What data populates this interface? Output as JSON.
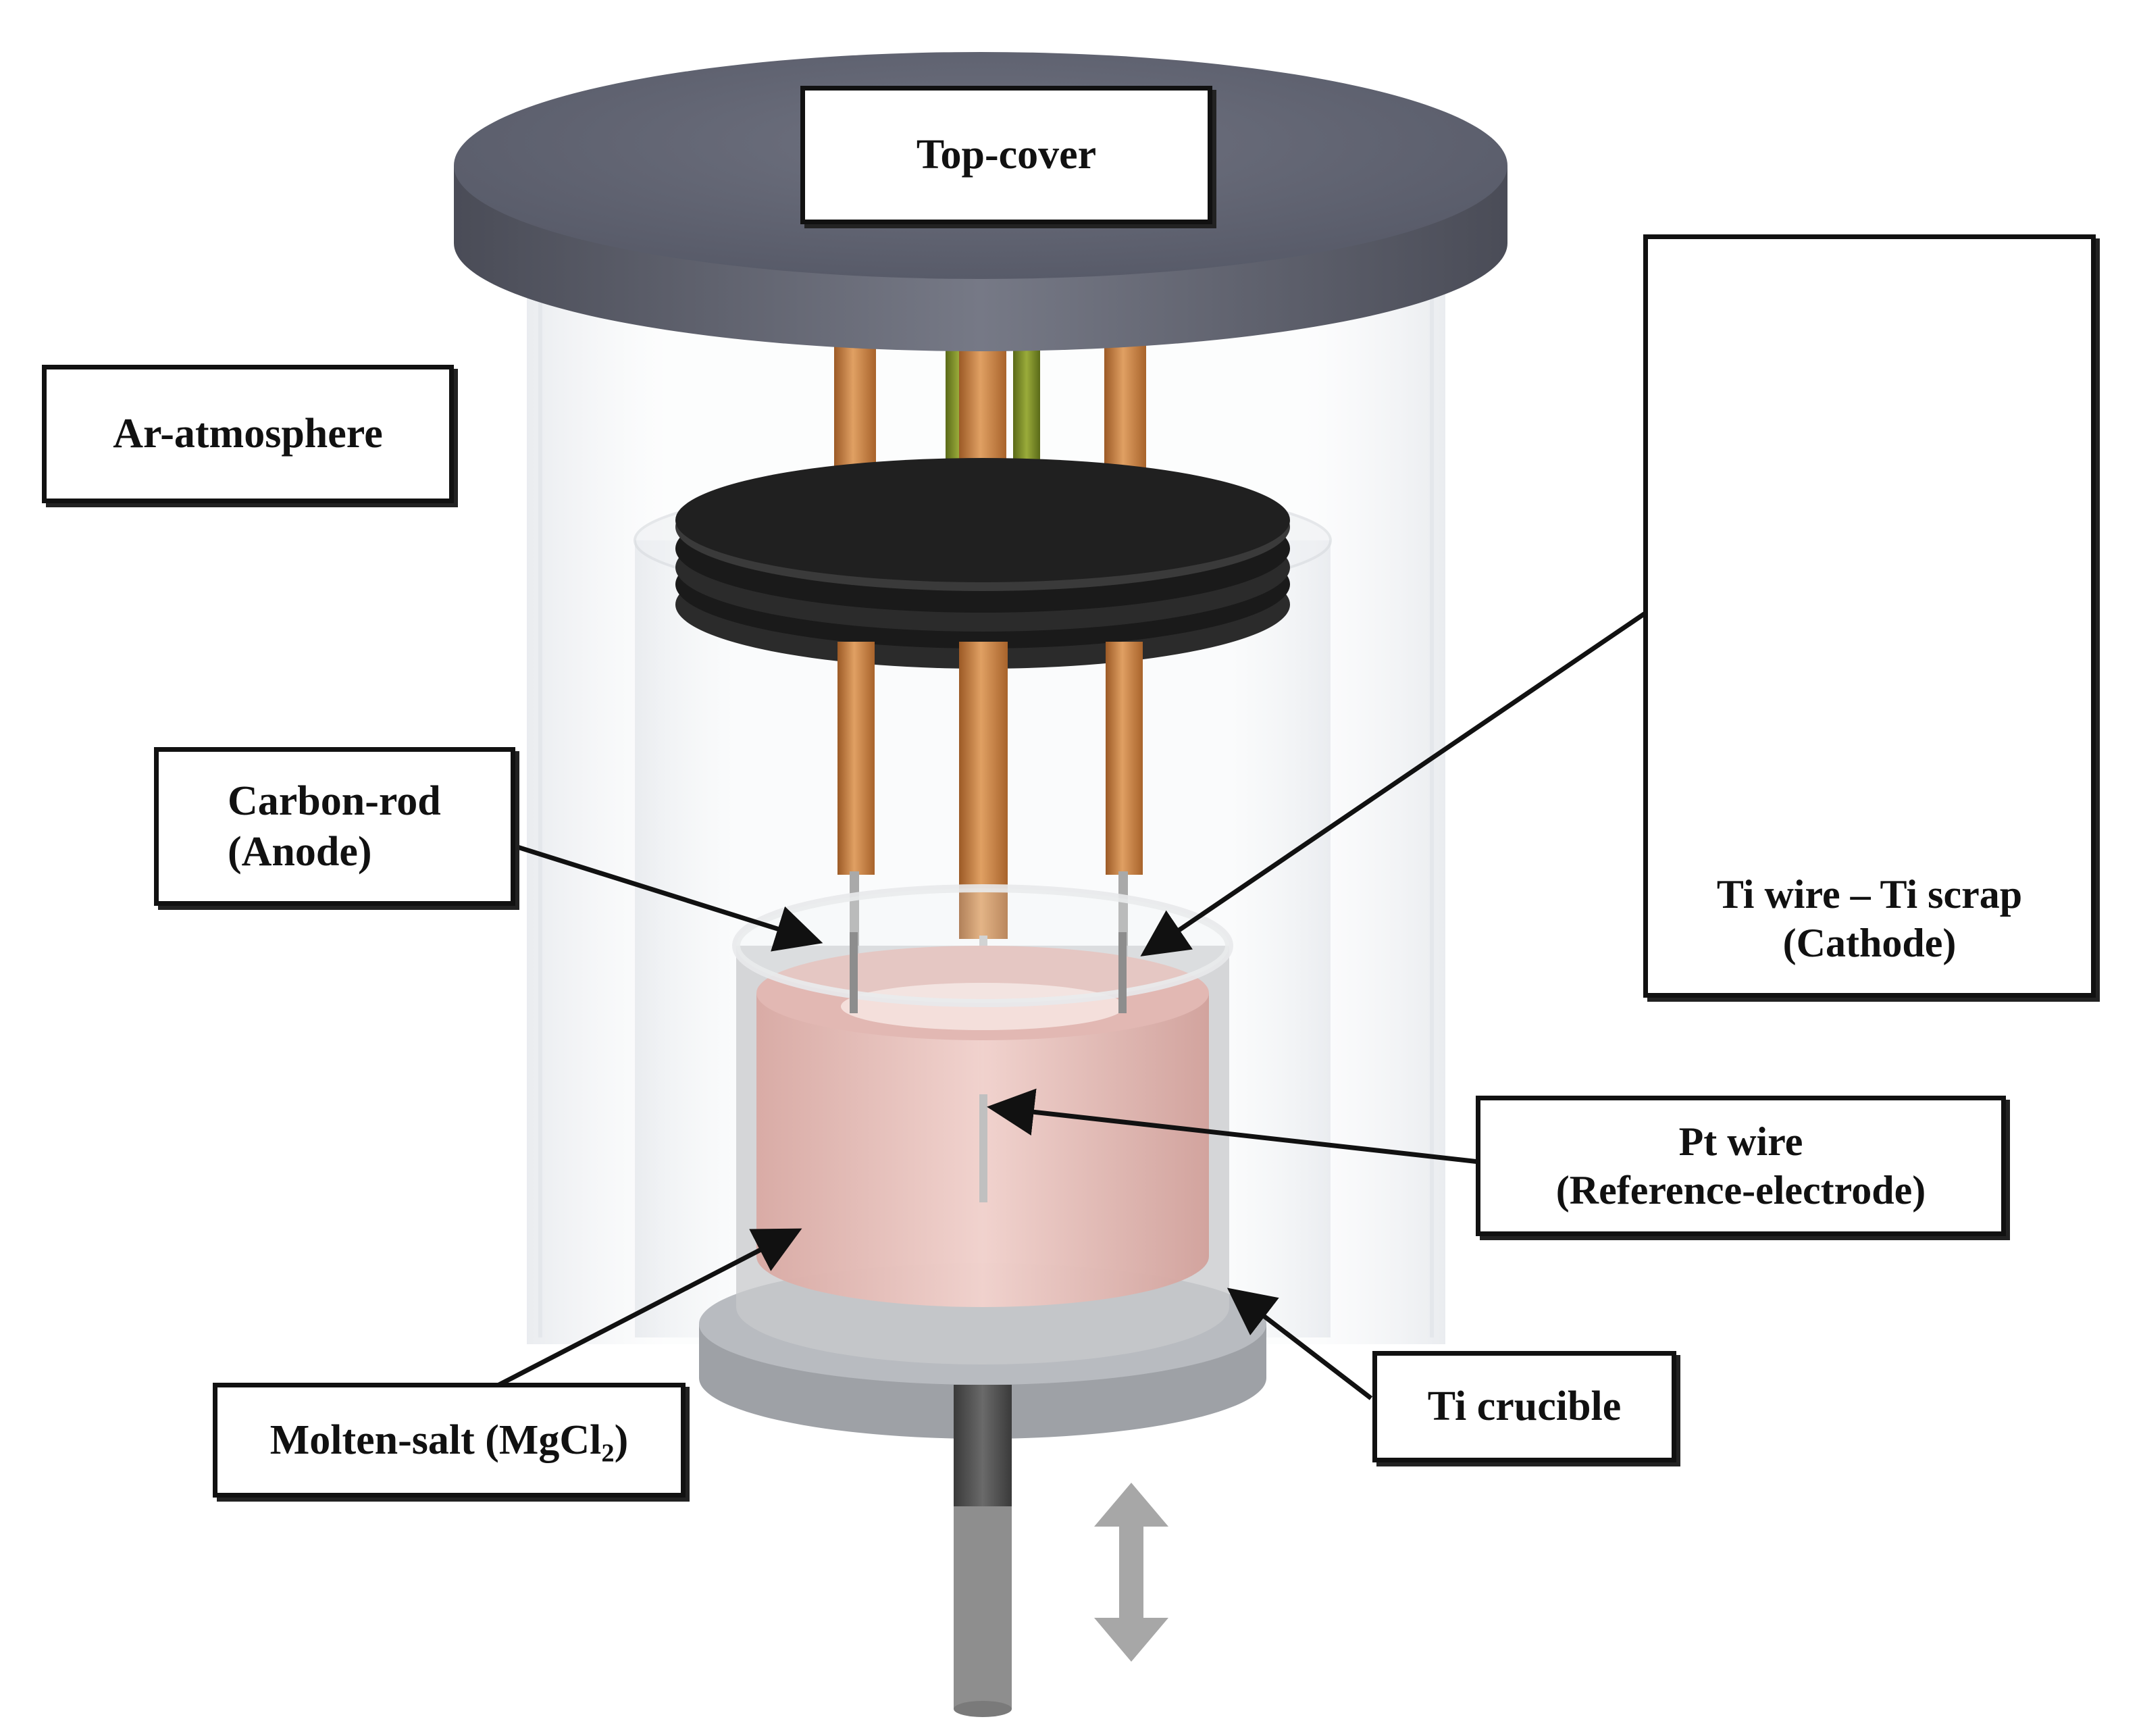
{
  "labels": {
    "top_cover": "Top-cover",
    "ar_atmosphere": "Ar-atmosphere",
    "carbon_rod_line1": "Carbon-rod",
    "carbon_rod_line2": "(Anode)",
    "cathode_line1": "Ti wire – Ti scrap",
    "cathode_line2": "(Cathode)",
    "pt_wire_line1": "Pt wire",
    "pt_wire_line2": "(Reference-electrode)",
    "ti_crucible": "Ti crucible",
    "molten_salt_prefix": "Molten-salt (MgCl",
    "molten_salt_subscript": "2",
    "molten_salt_suffix": ")"
  },
  "colors": {
    "cover": "#5c5f6c",
    "rod_copper": "#c47a3c",
    "rod_green": "#7a8a2a",
    "electrode_holder": "#1e1e1e",
    "salt": "#e9c3bd",
    "arrow": "#111111"
  },
  "icons": {
    "movement_arrow": "vertical-double-arrow-icon"
  }
}
